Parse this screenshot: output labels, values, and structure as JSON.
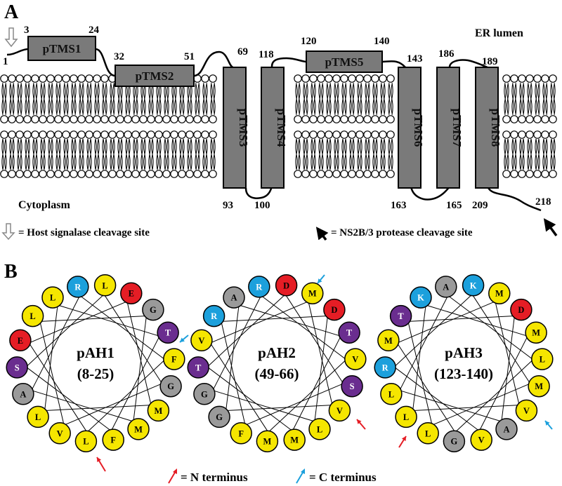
{
  "panelA": {
    "letter": "A",
    "er_lumen": "ER lumen",
    "cytoplasm": "Cytoplasm",
    "legend_signalase": "= Host signalase cleavage site",
    "legend_protease": "= NS2B/3 protease cleavage site",
    "segments": [
      {
        "label": "pTMS1",
        "start": "3",
        "end": "24",
        "orientation": "horizontal"
      },
      {
        "label": "pTMS2",
        "start": "32",
        "end": "51",
        "orientation": "horizontal"
      },
      {
        "label": "pTMS3",
        "start": "69",
        "end": "93",
        "orientation": "vertical"
      },
      {
        "label": "pTMS4",
        "start": "118",
        "end": "100",
        "orientation": "vertical"
      },
      {
        "label": "pTMS5",
        "start": "120",
        "end": "140",
        "orientation": "horizontal"
      },
      {
        "label": "pTMS6",
        "start": "143",
        "end": "163",
        "orientation": "vertical"
      },
      {
        "label": "pTMS7",
        "start": "186",
        "end": "165",
        "orientation": "vertical"
      },
      {
        "label": "pTMS8",
        "start": "189",
        "end": "209",
        "orientation": "vertical"
      }
    ],
    "n_term": "1",
    "c_term": "218"
  },
  "panelB": {
    "letter": "B",
    "legend_n": "= N terminus",
    "legend_c": "= C terminus",
    "colors": {
      "yellow": "#f5e600",
      "blue": "#1ca0dc",
      "red": "#e51d25",
      "gray": "#9a9a9a",
      "purple": "#6a2d8f"
    },
    "helices": [
      {
        "name": "pAH1",
        "range": "(8-25)",
        "residues": [
          "R",
          "L",
          "E",
          "G",
          "T",
          "F",
          "G",
          "M",
          "M",
          "F",
          "L",
          "V",
          "L",
          "A",
          "S",
          "E",
          "L",
          "L"
        ],
        "colors": [
          "blue",
          "yellow",
          "red",
          "gray",
          "purple",
          "yellow",
          "gray",
          "yellow",
          "yellow",
          "yellow",
          "yellow",
          "yellow",
          "yellow",
          "gray",
          "purple",
          "red",
          "yellow",
          "yellow"
        ]
      },
      {
        "name": "pAH2",
        "range": "(49-66)",
        "residues": [
          "R",
          "D",
          "M",
          "D",
          "T",
          "V",
          "S",
          "V",
          "L",
          "M",
          "M",
          "F",
          "G",
          "G",
          "T",
          "V",
          "R",
          "A"
        ],
        "colors": [
          "blue",
          "red",
          "yellow",
          "red",
          "purple",
          "yellow",
          "purple",
          "yellow",
          "yellow",
          "yellow",
          "yellow",
          "yellow",
          "gray",
          "gray",
          "purple",
          "yellow",
          "blue",
          "gray"
        ]
      },
      {
        "name": "pAH3",
        "range": "(123-140)",
        "residues": [
          "A",
          "K",
          "M",
          "D",
          "M",
          "L",
          "M",
          "V",
          "A",
          "V",
          "G",
          "L",
          "L",
          "L",
          "R",
          "M",
          "T",
          "K"
        ],
        "colors": [
          "gray",
          "blue",
          "yellow",
          "red",
          "yellow",
          "yellow",
          "yellow",
          "yellow",
          "gray",
          "yellow",
          "gray",
          "yellow",
          "yellow",
          "yellow",
          "blue",
          "yellow",
          "purple",
          "blue"
        ]
      }
    ]
  }
}
